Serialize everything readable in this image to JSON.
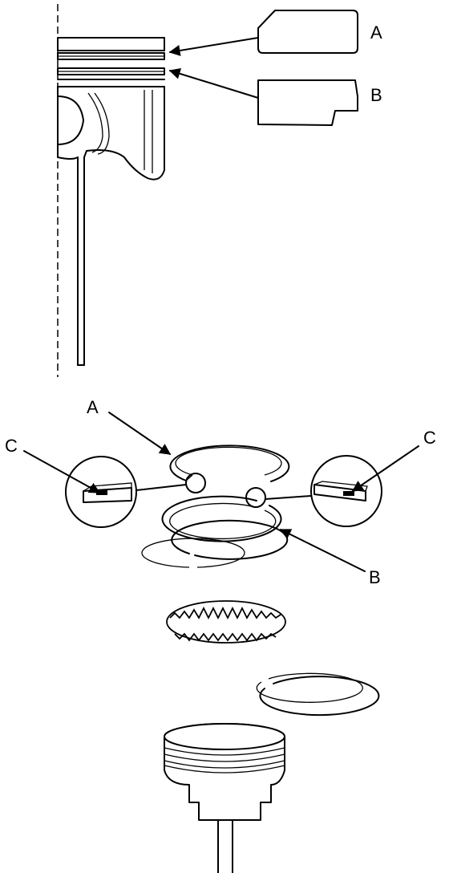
{
  "labels": {
    "upper_a": "A",
    "upper_b": "B",
    "lower_a": "A",
    "lower_b": "B",
    "lower_c_left": "C",
    "lower_c_right": "C"
  }
}
